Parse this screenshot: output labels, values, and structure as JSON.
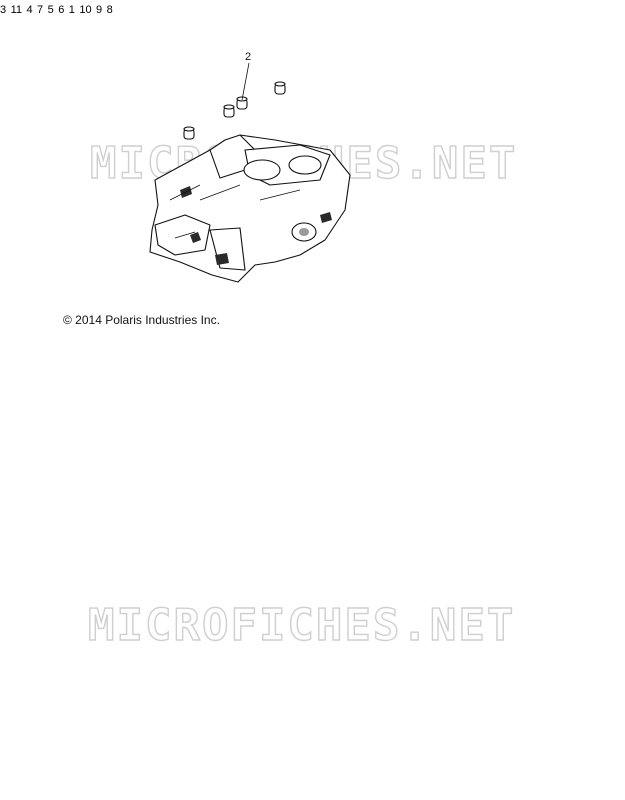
{
  "copyright": "© 2014 Polaris Industries Inc.",
  "watermark": "MICROFICHES.NET",
  "callouts": {
    "c1": "1",
    "c2": "2",
    "c3": "3",
    "c4": "4",
    "c5": "5",
    "c6": "6",
    "c7": "7",
    "c8": "8",
    "c9": "9",
    "c10": "10",
    "c11": "11"
  },
  "colors": {
    "line": "#111111",
    "watermark": "#cfcfcf",
    "background": "#ffffff"
  }
}
